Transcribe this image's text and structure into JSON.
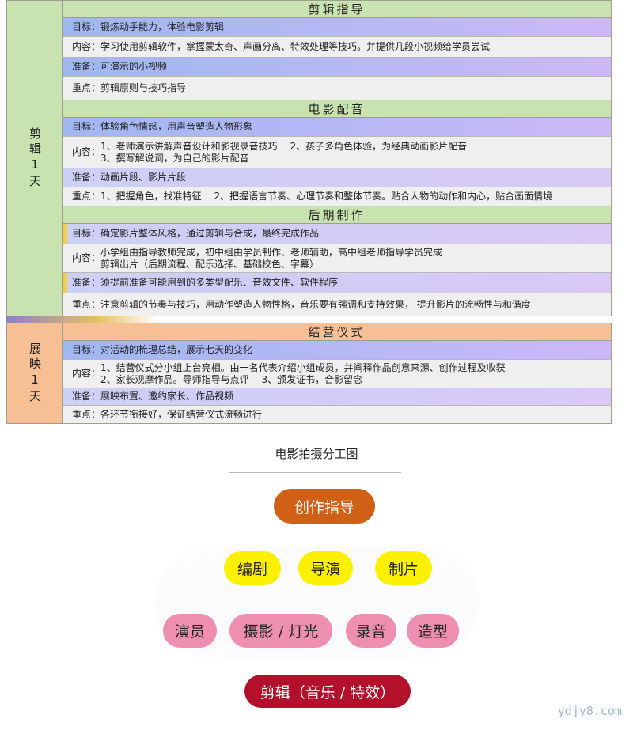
{
  "schedule": {
    "group1": {
      "side_label": "剪辑1天",
      "sections": [
        {
          "title": "剪辑指导",
          "rows": [
            {
              "label": "目标：",
              "text": "锻炼动手能力，体验电影剪辑"
            },
            {
              "label": "内容：",
              "text": "学习使用剪辑软件，掌握蒙太奇、声画分离、特效处理等技巧。并提供几段小视频给学员尝试"
            },
            {
              "label": "准备：",
              "text": "可演示的小视频"
            },
            {
              "label": "重点：",
              "text": "剪辑原则与技巧指导"
            }
          ]
        },
        {
          "title": "电影配音",
          "rows": [
            {
              "label": "目标：",
              "text": "体验角色情感，用声音塑造人物形象"
            },
            {
              "label": "内容：",
              "text": "1、老师演示讲解声音设计和影视录音技巧　 2、孩子多角色体验，为经典动画影片配音\n3、撰写解说词，为自己的影片配音"
            },
            {
              "label": "准备：",
              "text": "动画片段、影片片段"
            },
            {
              "label": "重点：",
              "text": "1、把握角色，找准特征　 2、把握语言节奏、心理节奏和整体节奏。贴合人物的动作和内心，贴合画面情境"
            }
          ]
        },
        {
          "title": "后期制作",
          "rows": [
            {
              "label": "目标：",
              "text": "确定影片整体风格，通过剪辑与合成，最终完成作品"
            },
            {
              "label": "内容：",
              "text": "小学组由指导教师完成，初中组由学员制作、老师辅助，高中组老师指导学员完成\n剪辑出片（后期流程、配乐选择、基础校色、字幕）"
            },
            {
              "label": "准备：",
              "text": "须提前准备可能用到的多类型配乐、音效文件、软件程序"
            },
            {
              "label": "重点：",
              "text": "注意剪辑的节奏与技巧，用动作塑造人物性格，音乐要有强调和支持效果， 提升影片的流畅性与和谐度"
            }
          ]
        }
      ]
    },
    "group2": {
      "side_label": "展映1天",
      "sections": [
        {
          "title": "结营仪式",
          "rows": [
            {
              "label": "目标：",
              "text": "对活动的梳理总结，展示七天的变化"
            },
            {
              "label": "内容：",
              "text": "1、结营仪式分小组上台亮相。由一名代表介绍小组成员，并阐释作品创意来源、创作过程及收获\n2、家长观摩作品。导师指导与点评　 3、颁发证书，合影留念"
            },
            {
              "label": "准备：",
              "text": "展映布置、邀约家长、作品视频"
            },
            {
              "label": "重点：",
              "text": "各环节衔接好，保证结营仪式流畅进行"
            }
          ]
        }
      ]
    }
  },
  "diagram": {
    "title": "电影拍摄分工图",
    "top": "创作指导",
    "row1": [
      "编剧",
      "导演",
      "制片"
    ],
    "row2": [
      "演员",
      "摄影 / 灯光",
      "录音",
      "造型"
    ],
    "bottom": "剪辑（音乐 / 特效）"
  },
  "watermark": "ydjy8.com",
  "colors": {
    "green": "#c9e3b0",
    "peach": "#f7bf94",
    "orange": "#cf6016",
    "yellow": "#fbf000",
    "pink": "#ee8fb2",
    "red": "#b3112b"
  }
}
